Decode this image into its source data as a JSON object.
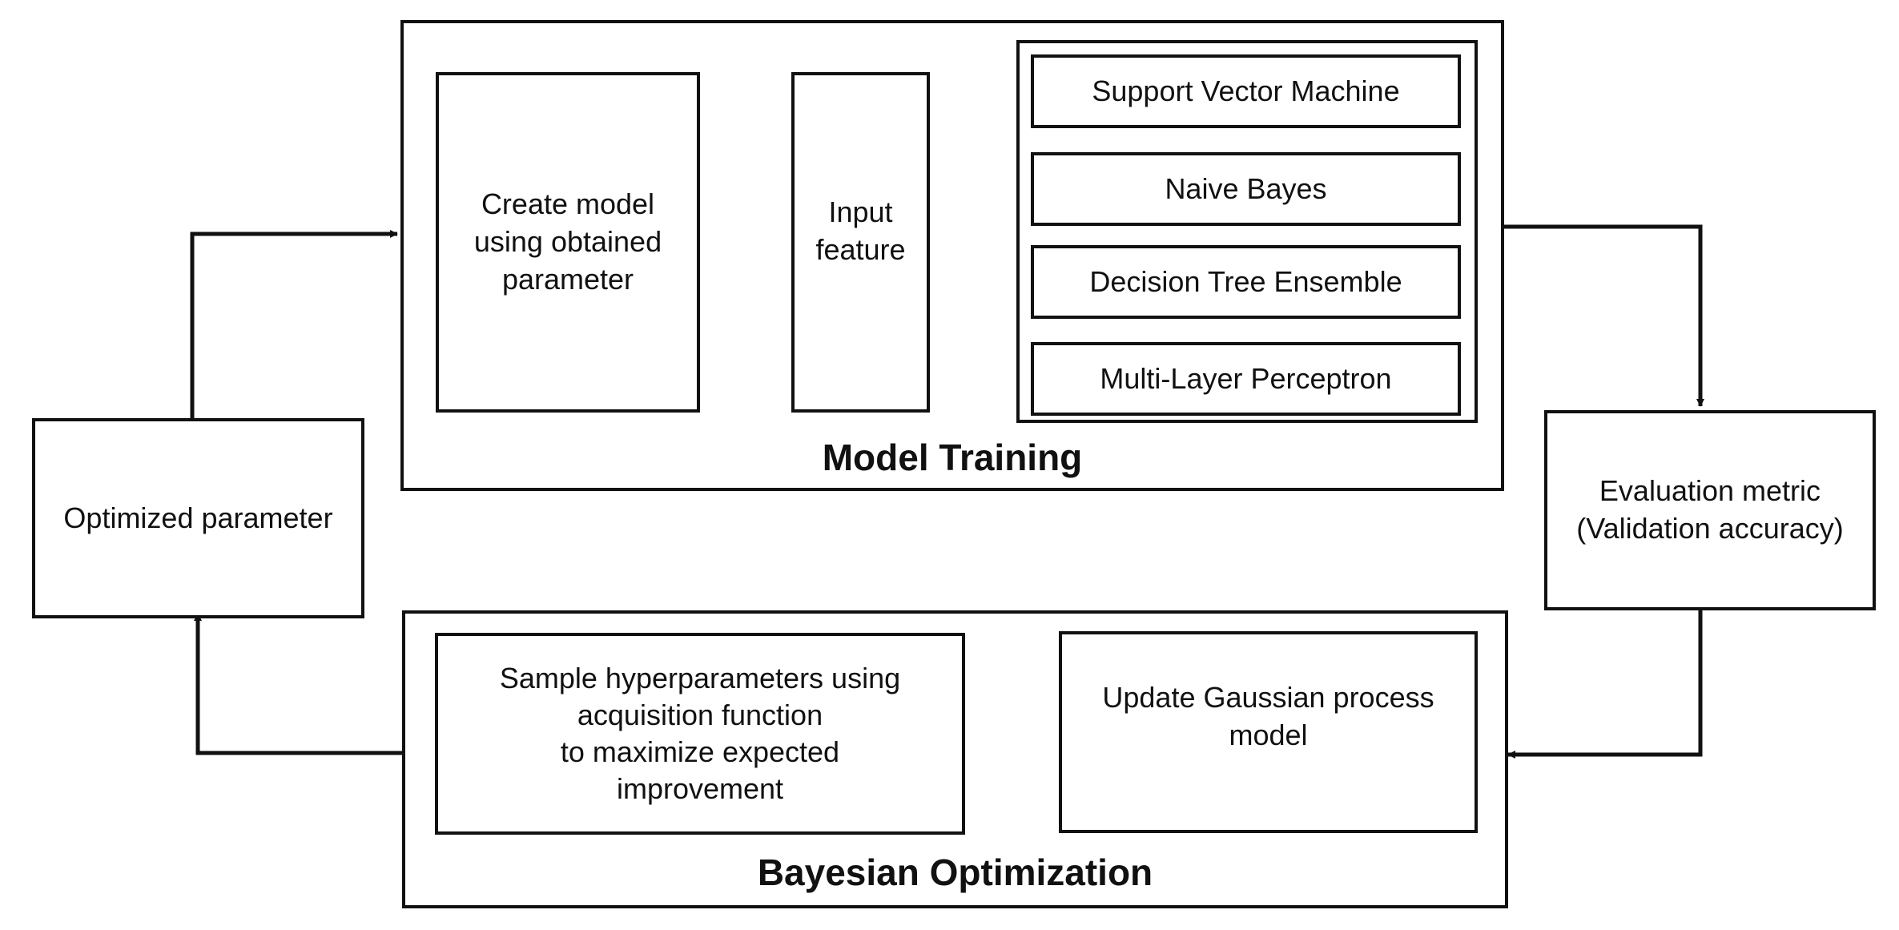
{
  "model_training": {
    "title": "Model Training",
    "create_model": "Create model\nusing obtained\nparameter",
    "input_feature": "Input\nfeature",
    "classifiers": [
      "Support Vector Machine",
      "Naive Bayes",
      "Decision Tree Ensemble",
      "Multi-Layer Perceptron"
    ]
  },
  "evaluation_metric": "Evaluation metric\n(Validation accuracy)",
  "optimized_parameter": "Optimized parameter",
  "bayesian_optimization": {
    "title": "Bayesian Optimization",
    "sample_hyperparameters": "Sample hyperparameters using\nacquisition function\nto maximize expected\nimprovement",
    "update_gp": "Update Gaussian process\nmodel"
  }
}
